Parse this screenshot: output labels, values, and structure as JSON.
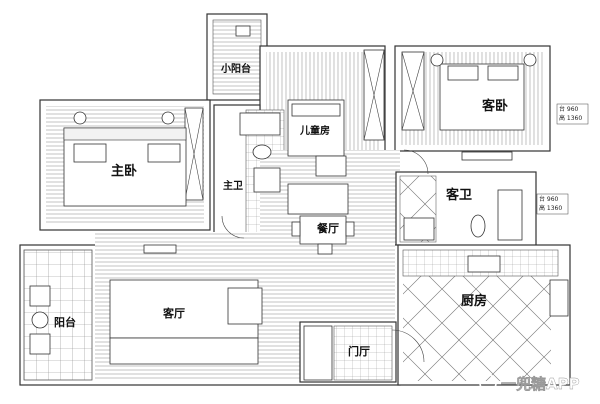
{
  "rooms": {
    "small_balcony": "小阳台",
    "kids_room": "儿童房",
    "guest_bedroom": "客卧",
    "master_bedroom": "主卧",
    "master_bath": "主卫",
    "guest_bath": "客卫",
    "dining": "餐厅",
    "balcony": "阳台",
    "living_room": "客厅",
    "kitchen": "厨房",
    "entrance": "门厅"
  },
  "window_notes": {
    "guest_bedroom_sill": "台 960",
    "guest_bedroom_height": "高 1360",
    "guest_bath_sill": "台 960",
    "guest_bath_height": "高 1360"
  },
  "watermark": "一兜糖APP",
  "colors": {
    "wall": "#333333",
    "floor_lines": "#9a9a9a",
    "background": "#ffffff"
  }
}
